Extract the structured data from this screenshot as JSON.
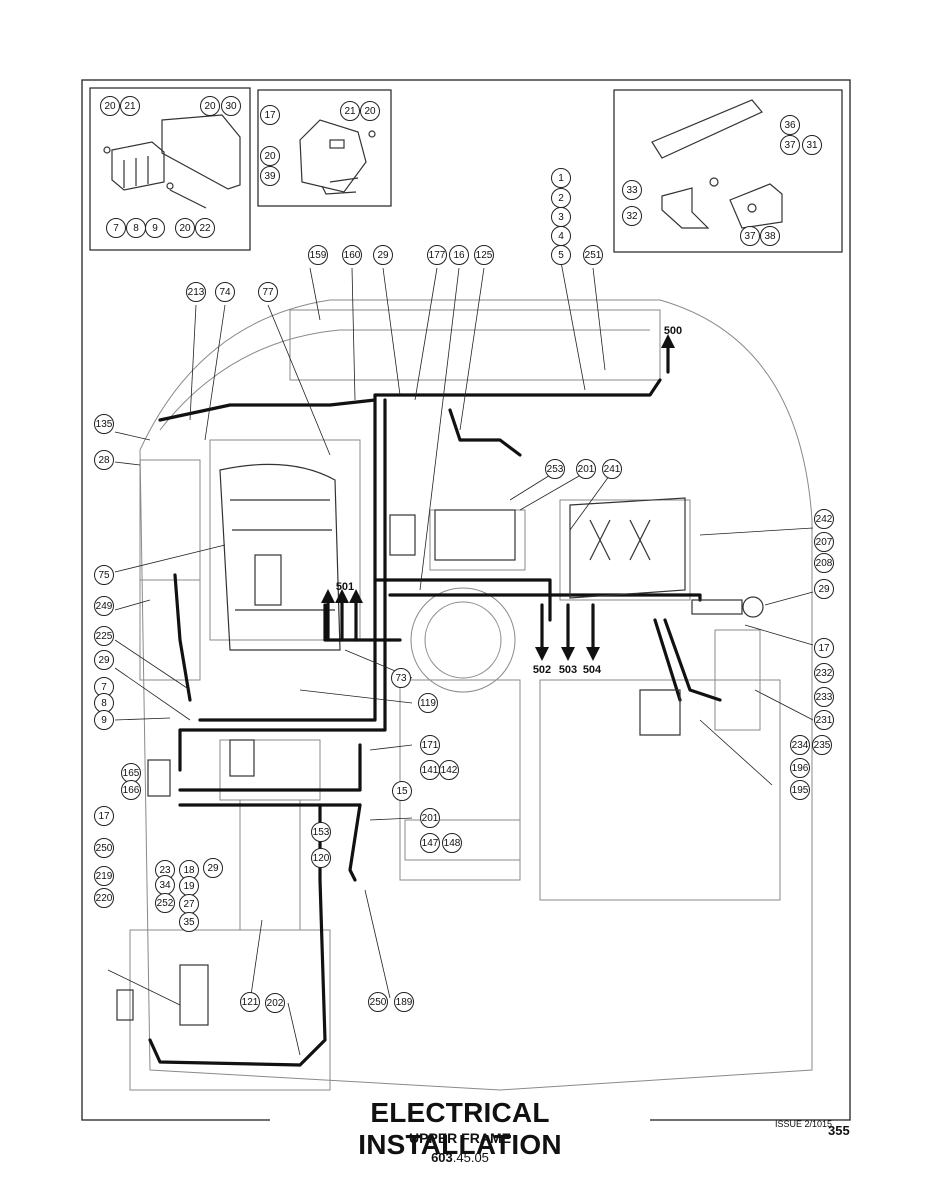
{
  "title": "ELECTRICAL INSTALLATION",
  "subtitle": "UPPER FRAME",
  "ref_code_bold": "603",
  "ref_code_rest": ".45.05",
  "issue": "ISSUE 2/1015",
  "page_number": "355",
  "arrow_labels": [
    "500",
    "501",
    "502",
    "503",
    "504"
  ],
  "callouts": [
    "20",
    "21",
    "20",
    "30",
    "7",
    "8",
    "9",
    "20",
    "22",
    "17",
    "20",
    "21",
    "20",
    "39",
    "36",
    "37",
    "31",
    "33",
    "32",
    "37",
    "38",
    "1",
    "2",
    "3",
    "4",
    "5",
    "159",
    "160",
    "29",
    "177",
    "16",
    "125",
    "251",
    "213",
    "74",
    "77",
    "135",
    "28",
    "75",
    "249",
    "225",
    "29",
    "7",
    "8",
    "9",
    "165",
    "166",
    "17",
    "250",
    "219",
    "220",
    "23",
    "34",
    "252",
    "18",
    "19",
    "27",
    "35",
    "29",
    "153",
    "120",
    "121",
    "202",
    "250",
    "189",
    "253",
    "201",
    "241",
    "242",
    "207",
    "208",
    "29",
    "17",
    "232",
    "233",
    "231",
    "234",
    "235",
    "196",
    "195",
    "73",
    "119",
    "171",
    "141",
    "142",
    "15",
    "201",
    "147",
    "148"
  ]
}
